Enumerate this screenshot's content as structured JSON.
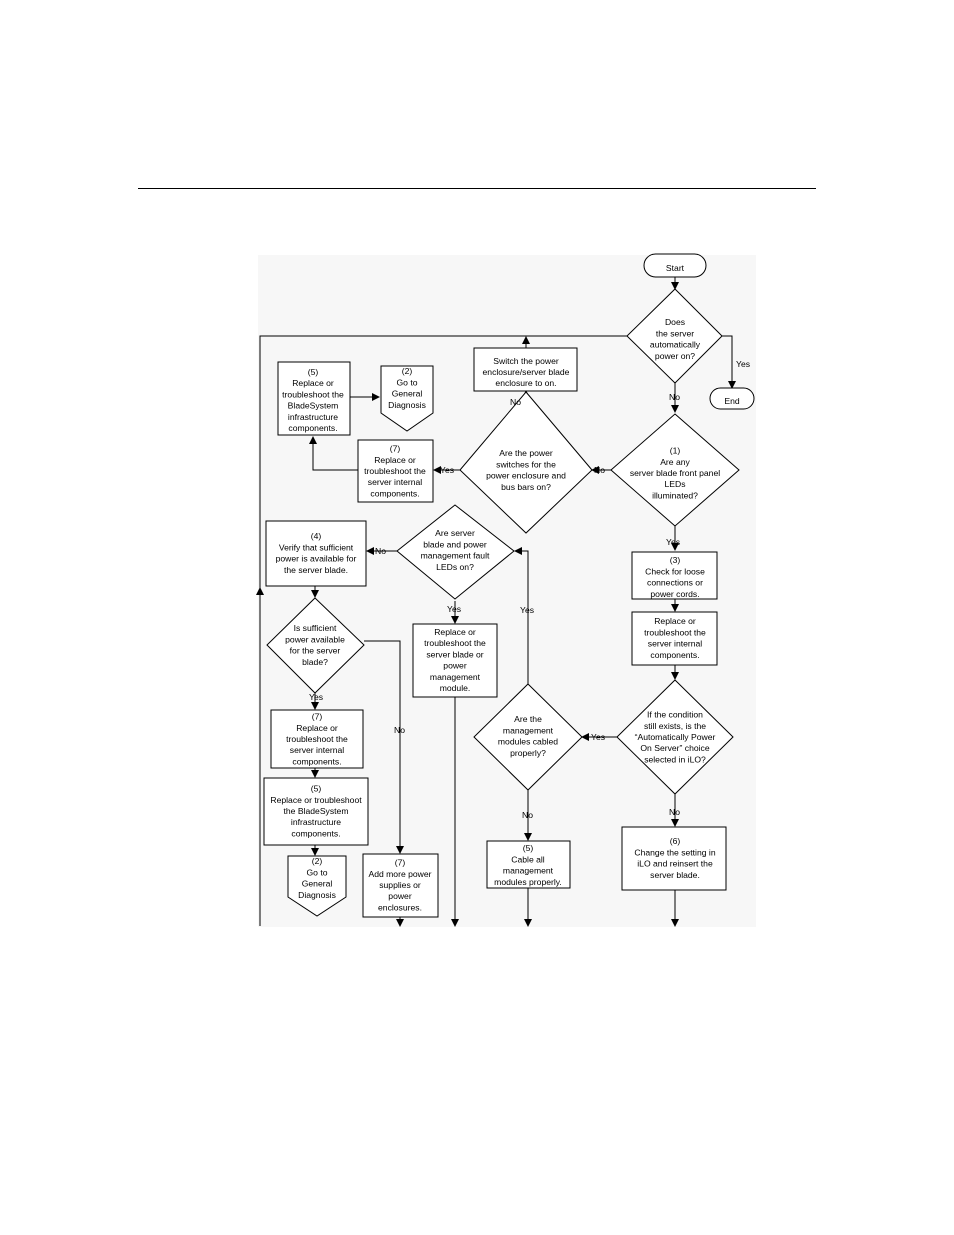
{
  "flowchart": {
    "nodes": [
      {
        "id": "start",
        "lines": [
          "Start"
        ]
      },
      {
        "id": "d_auto_power",
        "lines": [
          "Does",
          "the server",
          "automatically",
          "power on?"
        ]
      },
      {
        "id": "end",
        "lines": [
          "End"
        ]
      },
      {
        "id": "switch_power",
        "lines": [
          "Switch the power",
          "enclosure/server blade",
          "enclosure to on."
        ]
      },
      {
        "id": "d_front_leds",
        "lines": [
          "(1)",
          "Are any",
          "server blade front panel",
          "LEDs",
          "illuminated?"
        ]
      },
      {
        "id": "d_power_switches",
        "lines": [
          "Are the power",
          "switches for the",
          "power enclosure and",
          "bus bars on?"
        ]
      },
      {
        "id": "replace_infra_1",
        "lines": [
          "(5)",
          "Replace or",
          "troubleshoot the",
          "BladeSystem",
          "infrastructure",
          "components."
        ]
      },
      {
        "id": "go_general_1",
        "lines": [
          "(2)",
          "Go to",
          "General",
          "Diagnosis"
        ]
      },
      {
        "id": "replace_internal_1",
        "lines": [
          "(7)",
          "Replace or",
          "troubleshoot the",
          "server internal",
          "components."
        ]
      },
      {
        "id": "check_loose",
        "lines": [
          "(3)",
          "Check for loose",
          "connections or",
          "power cords."
        ]
      },
      {
        "id": "replace_internal_2",
        "lines": [
          "Replace or",
          "troubleshoot the",
          "server internal",
          "components."
        ]
      },
      {
        "id": "d_fault_leds",
        "lines": [
          "Are server",
          "blade and power",
          "management fault",
          "LEDs on?"
        ]
      },
      {
        "id": "verify_power",
        "lines": [
          "(4)",
          "Verify that sufficient",
          "power is available for",
          "the server blade."
        ]
      },
      {
        "id": "replace_blade",
        "lines": [
          "Replace or",
          "troubleshoot the",
          "server blade or",
          "power",
          "management",
          "module."
        ]
      },
      {
        "id": "d_sufficient",
        "lines": [
          "Is sufficient",
          "power available",
          "for the server",
          "blade?"
        ]
      },
      {
        "id": "d_mgmt_cabled",
        "lines": [
          "Are the",
          "management",
          "modules cabled",
          "properly?"
        ]
      },
      {
        "id": "d_auto_power_ilo",
        "lines": [
          "If the condition",
          "still exists, is the",
          "“Automatically Power",
          "On Server” choice",
          "selected in iLO?"
        ]
      },
      {
        "id": "replace_internal_3",
        "lines": [
          "(7)",
          "Replace or",
          "troubleshoot the",
          "server internal",
          "components."
        ]
      },
      {
        "id": "replace_infra_2",
        "lines": [
          "(5)",
          "Replace or troubleshoot",
          "the BladeSystem",
          "infrastructure",
          "components."
        ]
      },
      {
        "id": "go_general_2",
        "lines": [
          "(2)",
          "Go to",
          "General",
          "Diagnosis"
        ]
      },
      {
        "id": "add_power",
        "lines": [
          "(7)",
          "Add more power",
          "supplies or",
          "power",
          "enclosures."
        ]
      },
      {
        "id": "cable_mgmt",
        "lines": [
          "(5)",
          "Cable all",
          "management",
          "modules properly."
        ]
      },
      {
        "id": "change_setting",
        "lines": [
          "(6)",
          "Change the setting in",
          "iLO and reinsert the",
          "server blade."
        ]
      }
    ],
    "edge_labels": {
      "auto_power_yes": "Yes",
      "auto_power_no": "No",
      "switches_no": "No",
      "leds_no": "No",
      "switches_yes": "Yes",
      "leds_yes": "Yes",
      "fault_no": "No",
      "fault_yes": "Yes",
      "cabled_yes": "Yes",
      "ilo_yes": "Yes",
      "sufficient_yes": "Yes",
      "sufficient_no": "No",
      "cabled_no": "No",
      "ilo_no": "No"
    }
  }
}
